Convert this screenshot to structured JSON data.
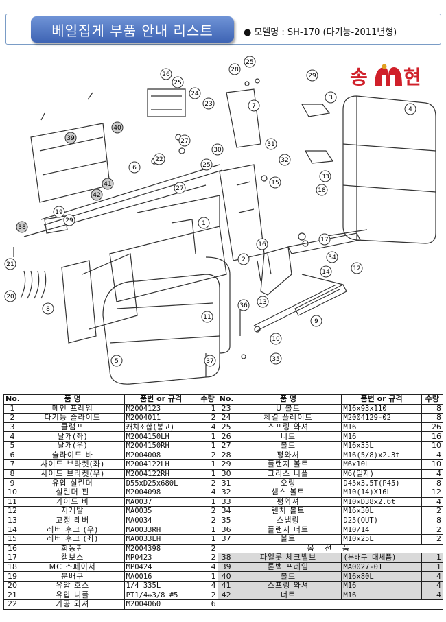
{
  "header": {
    "title": "베일집게 부품 안내 리스트",
    "model": "모델명 : SH-170 (다기능-2011년형)"
  },
  "logo": {
    "text": "송현",
    "colors": {
      "red": "#d0202a",
      "gold": "#e0a020"
    }
  },
  "diagram": {
    "callouts": [
      "1",
      "2",
      "3",
      "4",
      "5",
      "6",
      "7",
      "8",
      "9",
      "10",
      "11",
      "12",
      "13",
      "14",
      "15",
      "16",
      "17",
      "18",
      "19",
      "20",
      "21",
      "22",
      "23",
      "24",
      "25",
      "25",
      "25",
      "26",
      "27",
      "27",
      "28",
      "29",
      "29",
      "30",
      "31",
      "32",
      "33",
      "34",
      "35",
      "36",
      "37",
      "38",
      "39",
      "40",
      "41",
      "42"
    ]
  },
  "table": {
    "headers": {
      "no": "No.",
      "name": "품 명",
      "spec": "품번 or 규격",
      "qty": "수량"
    },
    "left": [
      {
        "no": "1",
        "name": "메인 프레임",
        "spec": "M2004123",
        "qty": "1"
      },
      {
        "no": "2",
        "name": "다기능 슬라이드",
        "spec": "M2004011",
        "qty": "2"
      },
      {
        "no": "3",
        "name": "클램프",
        "spec": "캐치조합(봉고)",
        "qty": "4"
      },
      {
        "no": "4",
        "name": "날개(좌)",
        "spec": "M2004150LH",
        "qty": "1"
      },
      {
        "no": "5",
        "name": "날개(우)",
        "spec": "M2004150RH",
        "qty": "1"
      },
      {
        "no": "6",
        "name": "슬라이드 바",
        "spec": "M2004008",
        "qty": "2"
      },
      {
        "no": "7",
        "name": "사이드 브라켓(좌)",
        "spec": "M2004122LH",
        "qty": "1"
      },
      {
        "no": "8",
        "name": "사이드 브라켓(우)",
        "spec": "M2004122RH",
        "qty": "1"
      },
      {
        "no": "9",
        "name": "유압 실린더",
        "spec": "D55xD25x680L",
        "qty": "2"
      },
      {
        "no": "10",
        "name": "실린더 핀",
        "spec": "M2004098",
        "qty": "4"
      },
      {
        "no": "11",
        "name": "가이드 바",
        "spec": "MA0037",
        "qty": "1"
      },
      {
        "no": "12",
        "name": "지게발",
        "spec": "MA0035",
        "qty": "2"
      },
      {
        "no": "13",
        "name": "고정 레버",
        "spec": "MA0034",
        "qty": "2"
      },
      {
        "no": "14",
        "name": "레버 후크 (우)",
        "spec": "MA0033RH",
        "qty": "1"
      },
      {
        "no": "15",
        "name": "레버 후크 (좌)",
        "spec": "MA0033LH",
        "qty": "1"
      },
      {
        "no": "16",
        "name": "회동핀",
        "spec": "M2004398",
        "qty": "2"
      },
      {
        "no": "17",
        "name": "캡보스",
        "spec": "MP0423",
        "qty": "2"
      },
      {
        "no": "18",
        "name": "MC 스페이서",
        "spec": "MP0424",
        "qty": "4"
      },
      {
        "no": "19",
        "name": "분배구",
        "spec": "MA0016",
        "qty": "1"
      },
      {
        "no": "20",
        "name": "유압 호스",
        "spec": "1/4 335L",
        "qty": "4"
      },
      {
        "no": "21",
        "name": "유압 니플",
        "spec": "PT1/4↔3/8 #5",
        "qty": "2"
      },
      {
        "no": "22",
        "name": "가공 와셔",
        "spec": "M2004060",
        "qty": "6"
      }
    ],
    "right": [
      {
        "no": "23",
        "name": "U 볼트",
        "spec": "M16x93x110",
        "qty": "8"
      },
      {
        "no": "24",
        "name": "체결 플레이트",
        "spec": "M2004129-02",
        "qty": "8"
      },
      {
        "no": "25",
        "name": "스프링 와셔",
        "spec": "M16",
        "qty": "26"
      },
      {
        "no": "26",
        "name": "너트",
        "spec": "M16",
        "qty": "16"
      },
      {
        "no": "27",
        "name": "볼트",
        "spec": "M16x35L",
        "qty": "10"
      },
      {
        "no": "28",
        "name": "평와셔",
        "spec": "M16(5/8)x2.3t",
        "qty": "4"
      },
      {
        "no": "29",
        "name": "플랜지 볼트",
        "spec": "M6x10L",
        "qty": "10"
      },
      {
        "no": "30",
        "name": "그리스 니플",
        "spec": "M6(일자)",
        "qty": "4"
      },
      {
        "no": "31",
        "name": "오링",
        "spec": "D45x3.5T(P45)",
        "qty": "8"
      },
      {
        "no": "32",
        "name": "셈스 볼트",
        "spec": "M10(14)X16L",
        "qty": "12"
      },
      {
        "no": "33",
        "name": "평와셔",
        "spec": "M10xD38x2.6t",
        "qty": "4"
      },
      {
        "no": "34",
        "name": "렌치 볼트",
        "spec": "M16x30L",
        "qty": "2"
      },
      {
        "no": "35",
        "name": "스냅링",
        "spec": "D25(OUT)",
        "qty": "8"
      },
      {
        "no": "36",
        "name": "플랜지 너트",
        "spec": "M10/14",
        "qty": "2"
      },
      {
        "no": "37",
        "name": "볼트",
        "spec": "M10x25L",
        "qty": "2"
      }
    ],
    "option_label": "옵 선 품",
    "options": [
      {
        "no": "38",
        "name": "파일롯 체크밸브",
        "spec": "(분배구 대체품)",
        "qty": "1"
      },
      {
        "no": "39",
        "name": "톤백 프레임",
        "spec": "MA0027-01",
        "qty": "1"
      },
      {
        "no": "40",
        "name": "볼트",
        "spec": "M16x80L",
        "qty": "4"
      },
      {
        "no": "41",
        "name": "스프링 와셔",
        "spec": "M16",
        "qty": "4"
      },
      {
        "no": "42",
        "name": "너트",
        "spec": "M16",
        "qty": "4"
      }
    ]
  }
}
